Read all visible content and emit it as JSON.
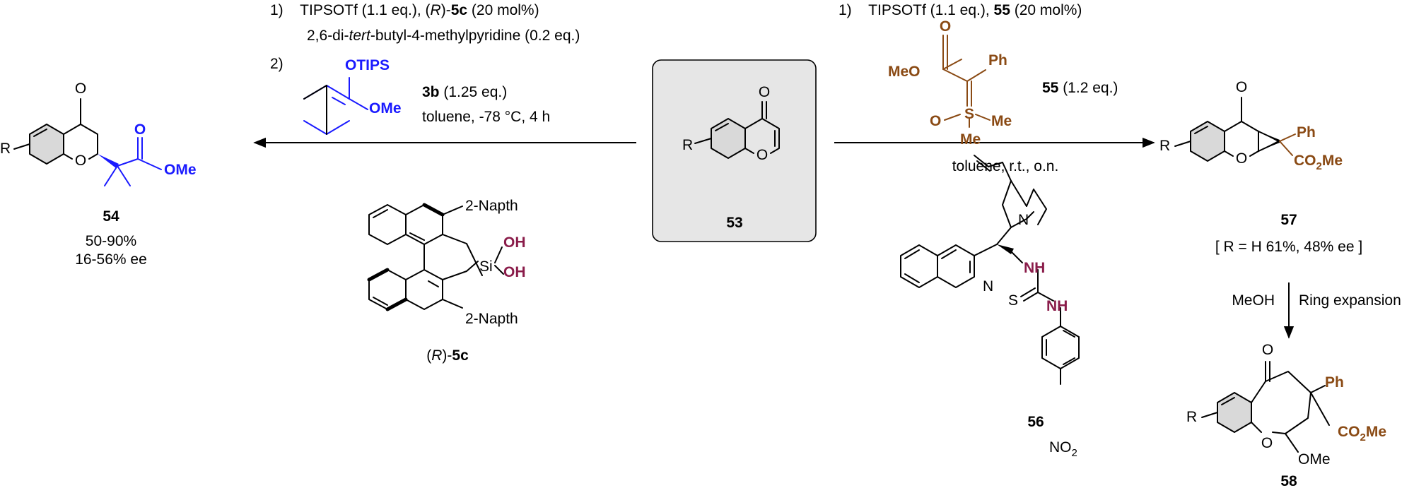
{
  "left_conditions": {
    "step1_prefix": "1)",
    "step1_a": "TIPSOTf (1.1 eq.), (",
    "step1_r": "R",
    "step1_b": ")-",
    "step1_cat": "5c",
    "step1_c": " (20 mol%)",
    "step1_base_a": "2,6-di-",
    "step1_base_tert": "tert",
    "step1_base_b": "-butyl-4-methylpyridine (0.2 eq.)",
    "step2_prefix": "2)",
    "reagent_label": "3b",
    "reagent_eq": " (1.25 eq.)",
    "solvent": "toluene, -78 °C, 4 h",
    "otips": "OTIPS",
    "ome": "OMe"
  },
  "right_conditions": {
    "step1_prefix": "1)",
    "step1_a": "TIPSOTf (1.1 eq.), ",
    "step1_cat": "55",
    "step1_b": " (20 mol%)",
    "ylide_label": "55",
    "ylide_eq": " (1.2 eq.)",
    "solvent": "toluene, r.t., o.n.",
    "meo": "MeO",
    "ph": "Ph",
    "s": "S",
    "o": "O",
    "me1": "Me",
    "me2": "Me",
    "ylide_o_top": "O"
  },
  "compound_53": {
    "label": "53",
    "r": "R",
    "o_ring": "O",
    "o_keto": "O"
  },
  "compound_54": {
    "label": "54",
    "yield": "50-90%",
    "ee": "16-56% ee",
    "r": "R",
    "o_ring": "O",
    "o_keto": "O",
    "o_ester": "O",
    "ome": "OMe"
  },
  "catalyst_5c": {
    "label_a": "(",
    "label_r": "R",
    "label_b": ")-",
    "label_num": "5c",
    "napth_top": "2-Napth",
    "napth_bottom": "2-Napth",
    "si": "Si",
    "oh1": "OH",
    "oh2": "OH"
  },
  "catalyst_56": {
    "label": "56",
    "n_quin": "N",
    "n_bridge": "N",
    "nh1": "NH",
    "nh2": "NH",
    "s": "S",
    "no2": "NO",
    "no2_sub": "2"
  },
  "compound_57": {
    "label": "57",
    "result": "[ R = H   61%, 48% ee ]",
    "r": "R",
    "o_ring": "O",
    "o_keto": "O",
    "ph": "Ph",
    "co2me_a": "CO",
    "co2me_sub": "2",
    "co2me_b": "Me"
  },
  "ring_expansion": {
    "left": "MeOH",
    "right": "Ring expansion"
  },
  "compound_58": {
    "label": "58",
    "r": "R",
    "o_ring": "O",
    "o_keto": "O",
    "ph": "Ph",
    "co2me_a": "CO",
    "co2me_sub": "2",
    "co2me_b": "Me",
    "ome": "OMe"
  }
}
